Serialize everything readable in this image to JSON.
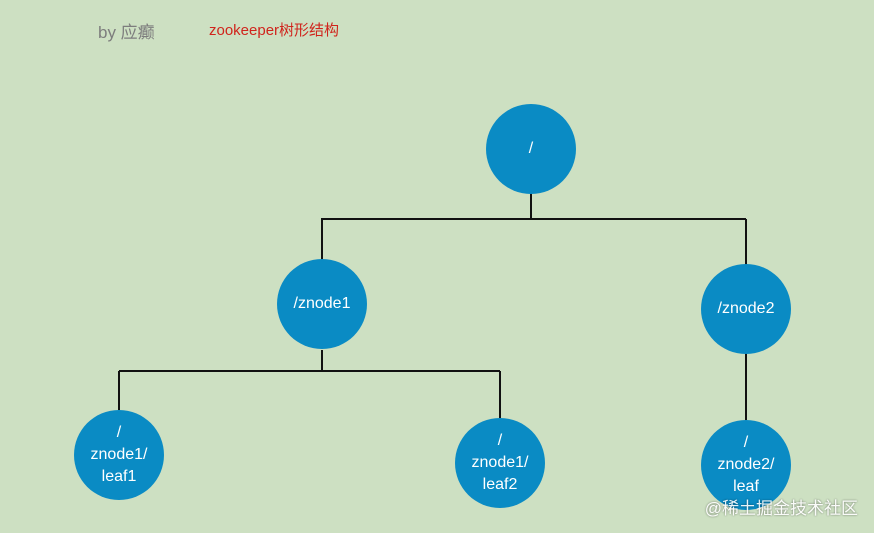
{
  "header": {
    "author": "by 应癫",
    "title": "zookeeper树形结构"
  },
  "nodes": {
    "root": "/",
    "znode1": "/znode1",
    "znode2": "/znode2",
    "leaf1": "/\nznode1/\nleaf1",
    "leaf2": "/\nznode1/\nleaf2",
    "leaf3": "/\nznode2/\nleaf"
  },
  "colors": {
    "background": "#cde0c2",
    "node": "#0a8bc4",
    "title": "#d0241c",
    "connector": "#111111"
  },
  "watermark": "@稀土掘金技术社区"
}
